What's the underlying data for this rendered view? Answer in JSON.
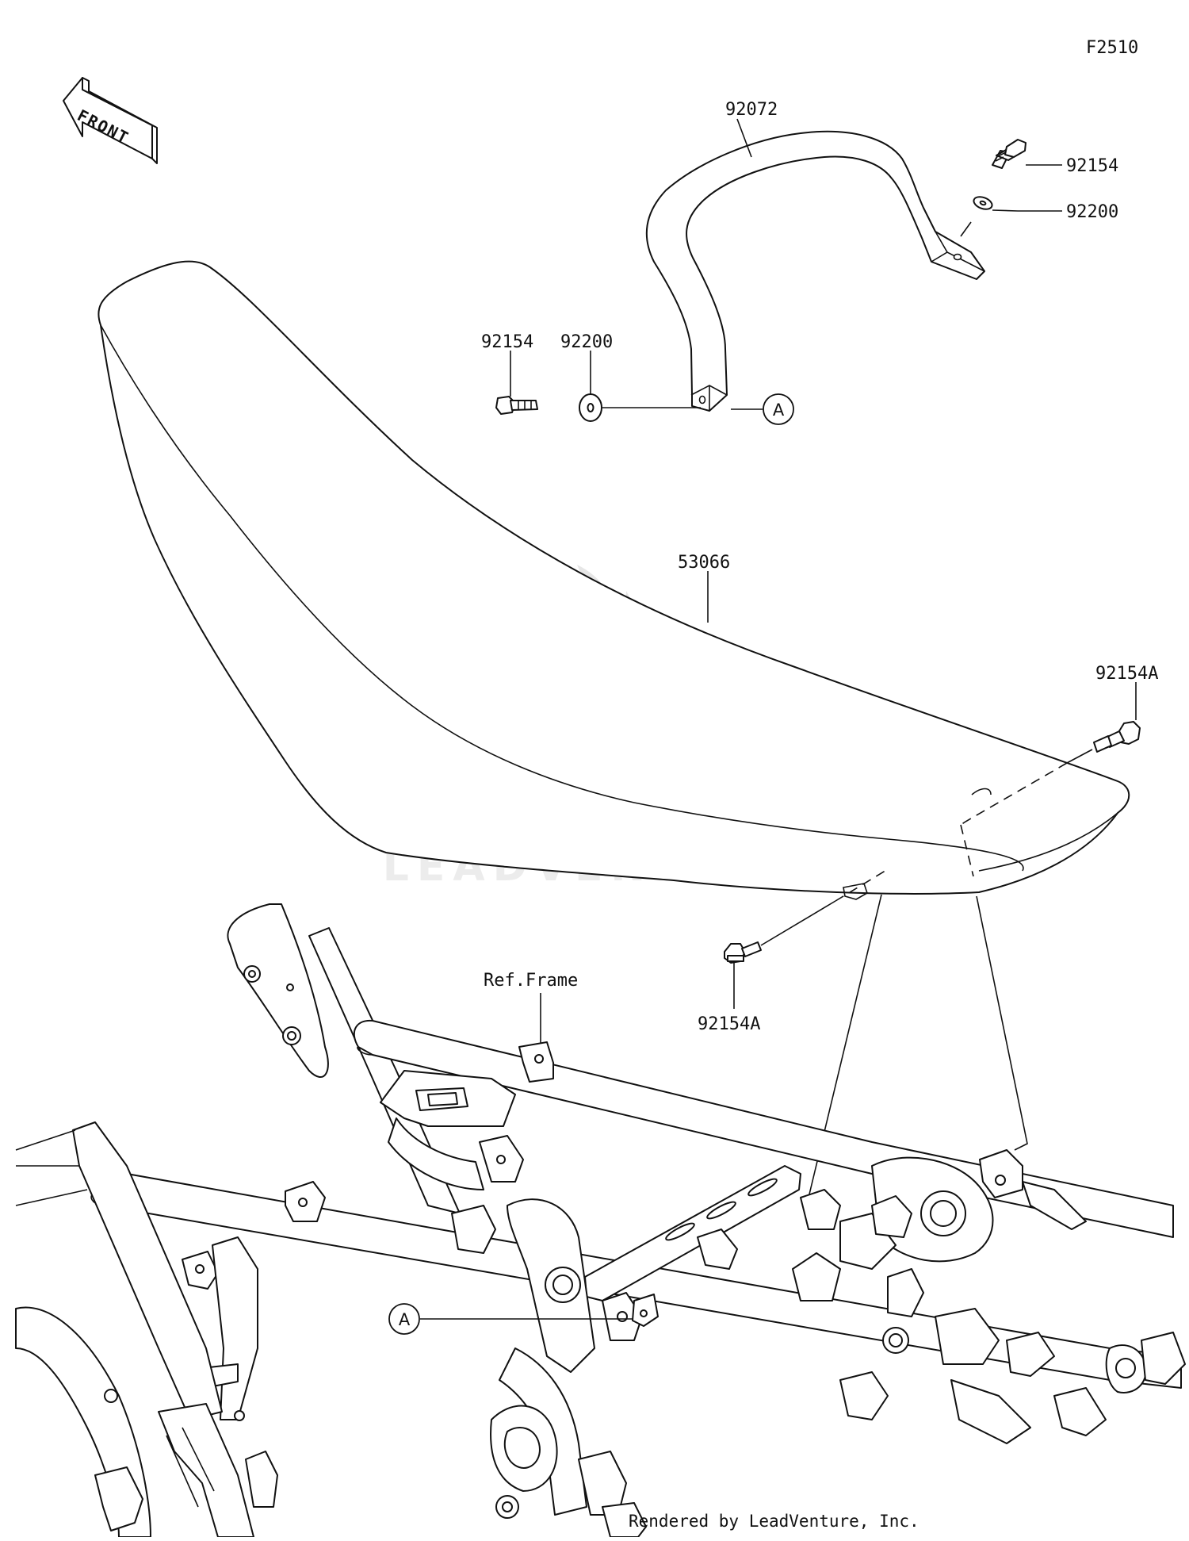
{
  "figure_code": "F2510",
  "front_arrow_label": "FRONT",
  "watermark": "LEADVENTURE",
  "labels": {
    "grab_bar": "92072",
    "bolt_right": "92154",
    "washer_right": "92200",
    "bolt_left": "92154",
    "washer_left": "92200",
    "seat": "53066",
    "seat_bolt_rear": "92154A",
    "seat_bolt_front": "92154A",
    "ref_frame": "Ref.Frame",
    "ref_a_top": "A",
    "ref_a_bottom": "A"
  },
  "footer": "Rendered by LeadVenture, Inc.",
  "colors": {
    "line": "#111111",
    "background": "#ffffff",
    "watermark": "#e6e6e6"
  },
  "icons": [
    "front-arrow-icon",
    "leadventure-logo"
  ]
}
